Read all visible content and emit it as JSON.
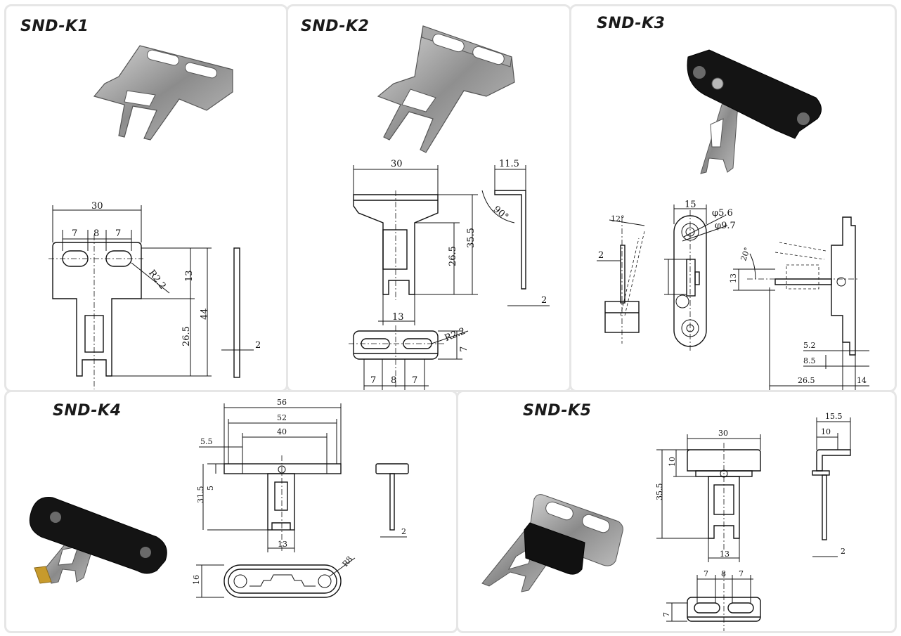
{
  "panels": {
    "k1": {
      "title": "SND-K1",
      "dims": {
        "width": "30",
        "slot_a": "7",
        "slot_gap": "8",
        "slot_b": "7",
        "radius": "R2.2",
        "upper": "13",
        "lower": "26.5",
        "overall": "44",
        "thickness": "2"
      }
    },
    "k2": {
      "title": "SND-K2",
      "dims": {
        "width": "30",
        "flange": "11.5",
        "angle": "90°",
        "lower": "26.5",
        "overall": "35.5",
        "tongue": "13",
        "thickness": "2",
        "radius": "R2.2",
        "height": "7",
        "slot_a": "7",
        "slot_gap": "8",
        "slot_b": "7"
      }
    },
    "k3": {
      "title": "SND-K3",
      "dims": {
        "angle_a": "12°",
        "thickness": "2",
        "width": "15",
        "hole_small": "φ5.6",
        "hole_large": "φ9.7",
        "height": "13",
        "angle_b": "20°",
        "offset_a": "5.2",
        "offset_b": "8.5",
        "length": "26.5",
        "depth": "14"
      }
    },
    "k4": {
      "title": "SND-K4",
      "dims": {
        "overall": "56",
        "mid": "52",
        "inner": "40",
        "offset": "5.5",
        "total_height": "31.5",
        "step": "5",
        "tongue": "13",
        "thickness": "2",
        "height": "16",
        "radius": "R8"
      }
    },
    "k5": {
      "title": "SND-K5",
      "dims": {
        "width": "30",
        "flange": "15.5",
        "inner": "10",
        "top": "10",
        "overall": "35.5",
        "tongue": "13",
        "thickness": "2",
        "slot_a": "7",
        "slot_gap": "8",
        "slot_b": "7",
        "height": "7"
      }
    }
  },
  "colors": {
    "line": "#111111",
    "steel": "#8a8a8a",
    "black_part": "#111111",
    "border": "#e6e6e6"
  }
}
